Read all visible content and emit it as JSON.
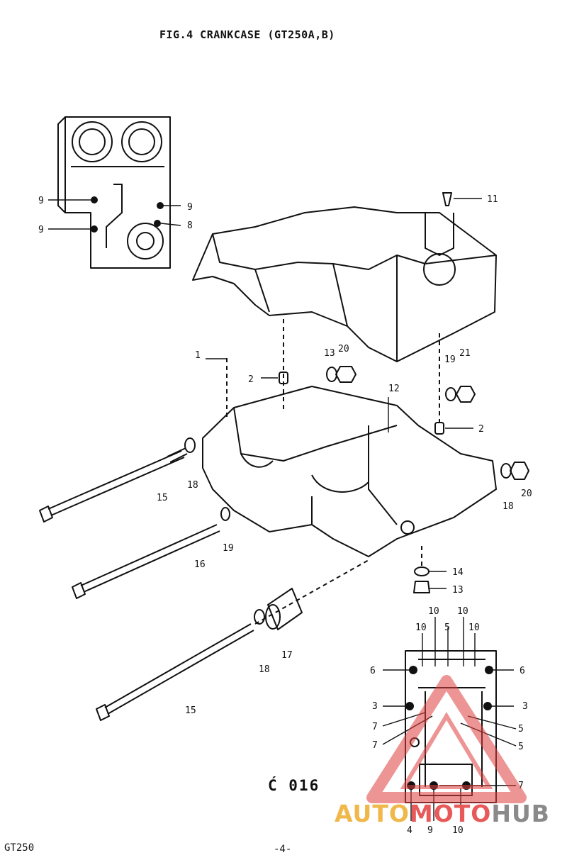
{
  "title": "FIG.4 CRANKCASE (GT250A,B)",
  "footer": {
    "model": "GT250",
    "page": "-4-"
  },
  "code": "Ć 016",
  "watermark": {
    "part1": "AUTO",
    "part2": "MOTO",
    "part3": "HUB"
  },
  "callouts": [
    {
      "id": "c1",
      "label": "1"
    },
    {
      "id": "c2a",
      "label": "2"
    },
    {
      "id": "c2b",
      "label": "2"
    },
    {
      "id": "c3a",
      "label": "3"
    },
    {
      "id": "c3b",
      "label": "3"
    },
    {
      "id": "c4",
      "label": "4"
    },
    {
      "id": "c5a",
      "label": "5"
    },
    {
      "id": "c5b",
      "label": "5"
    },
    {
      "id": "c5c",
      "label": "5"
    },
    {
      "id": "c6a",
      "label": "6"
    },
    {
      "id": "c6b",
      "label": "6"
    },
    {
      "id": "c7a",
      "label": "7"
    },
    {
      "id": "c7b",
      "label": "7"
    },
    {
      "id": "c7c",
      "label": "7"
    },
    {
      "id": "c8",
      "label": "8"
    },
    {
      "id": "c9a",
      "label": "9"
    },
    {
      "id": "c9b",
      "label": "9"
    },
    {
      "id": "c9c",
      "label": "9"
    },
    {
      "id": "c9d",
      "label": "9"
    },
    {
      "id": "c10a",
      "label": "10"
    },
    {
      "id": "c10b",
      "label": "10"
    },
    {
      "id": "c10c",
      "label": "10"
    },
    {
      "id": "c10d",
      "label": "10"
    },
    {
      "id": "c10e",
      "label": "10"
    },
    {
      "id": "c11",
      "label": "11"
    },
    {
      "id": "c12",
      "label": "12"
    },
    {
      "id": "c13a",
      "label": "13"
    },
    {
      "id": "c13b",
      "label": "13"
    },
    {
      "id": "c14",
      "label": "14"
    },
    {
      "id": "c15a",
      "label": "15"
    },
    {
      "id": "c15b",
      "label": "15"
    },
    {
      "id": "c16",
      "label": "16"
    },
    {
      "id": "c17",
      "label": "17"
    },
    {
      "id": "c18a",
      "label": "18"
    },
    {
      "id": "c18b",
      "label": "18"
    },
    {
      "id": "c18c",
      "label": "18"
    },
    {
      "id": "c19a",
      "label": "19"
    },
    {
      "id": "c19b",
      "label": "19"
    },
    {
      "id": "c20a",
      "label": "20"
    },
    {
      "id": "c20b",
      "label": "20"
    },
    {
      "id": "c21",
      "label": "21"
    }
  ]
}
